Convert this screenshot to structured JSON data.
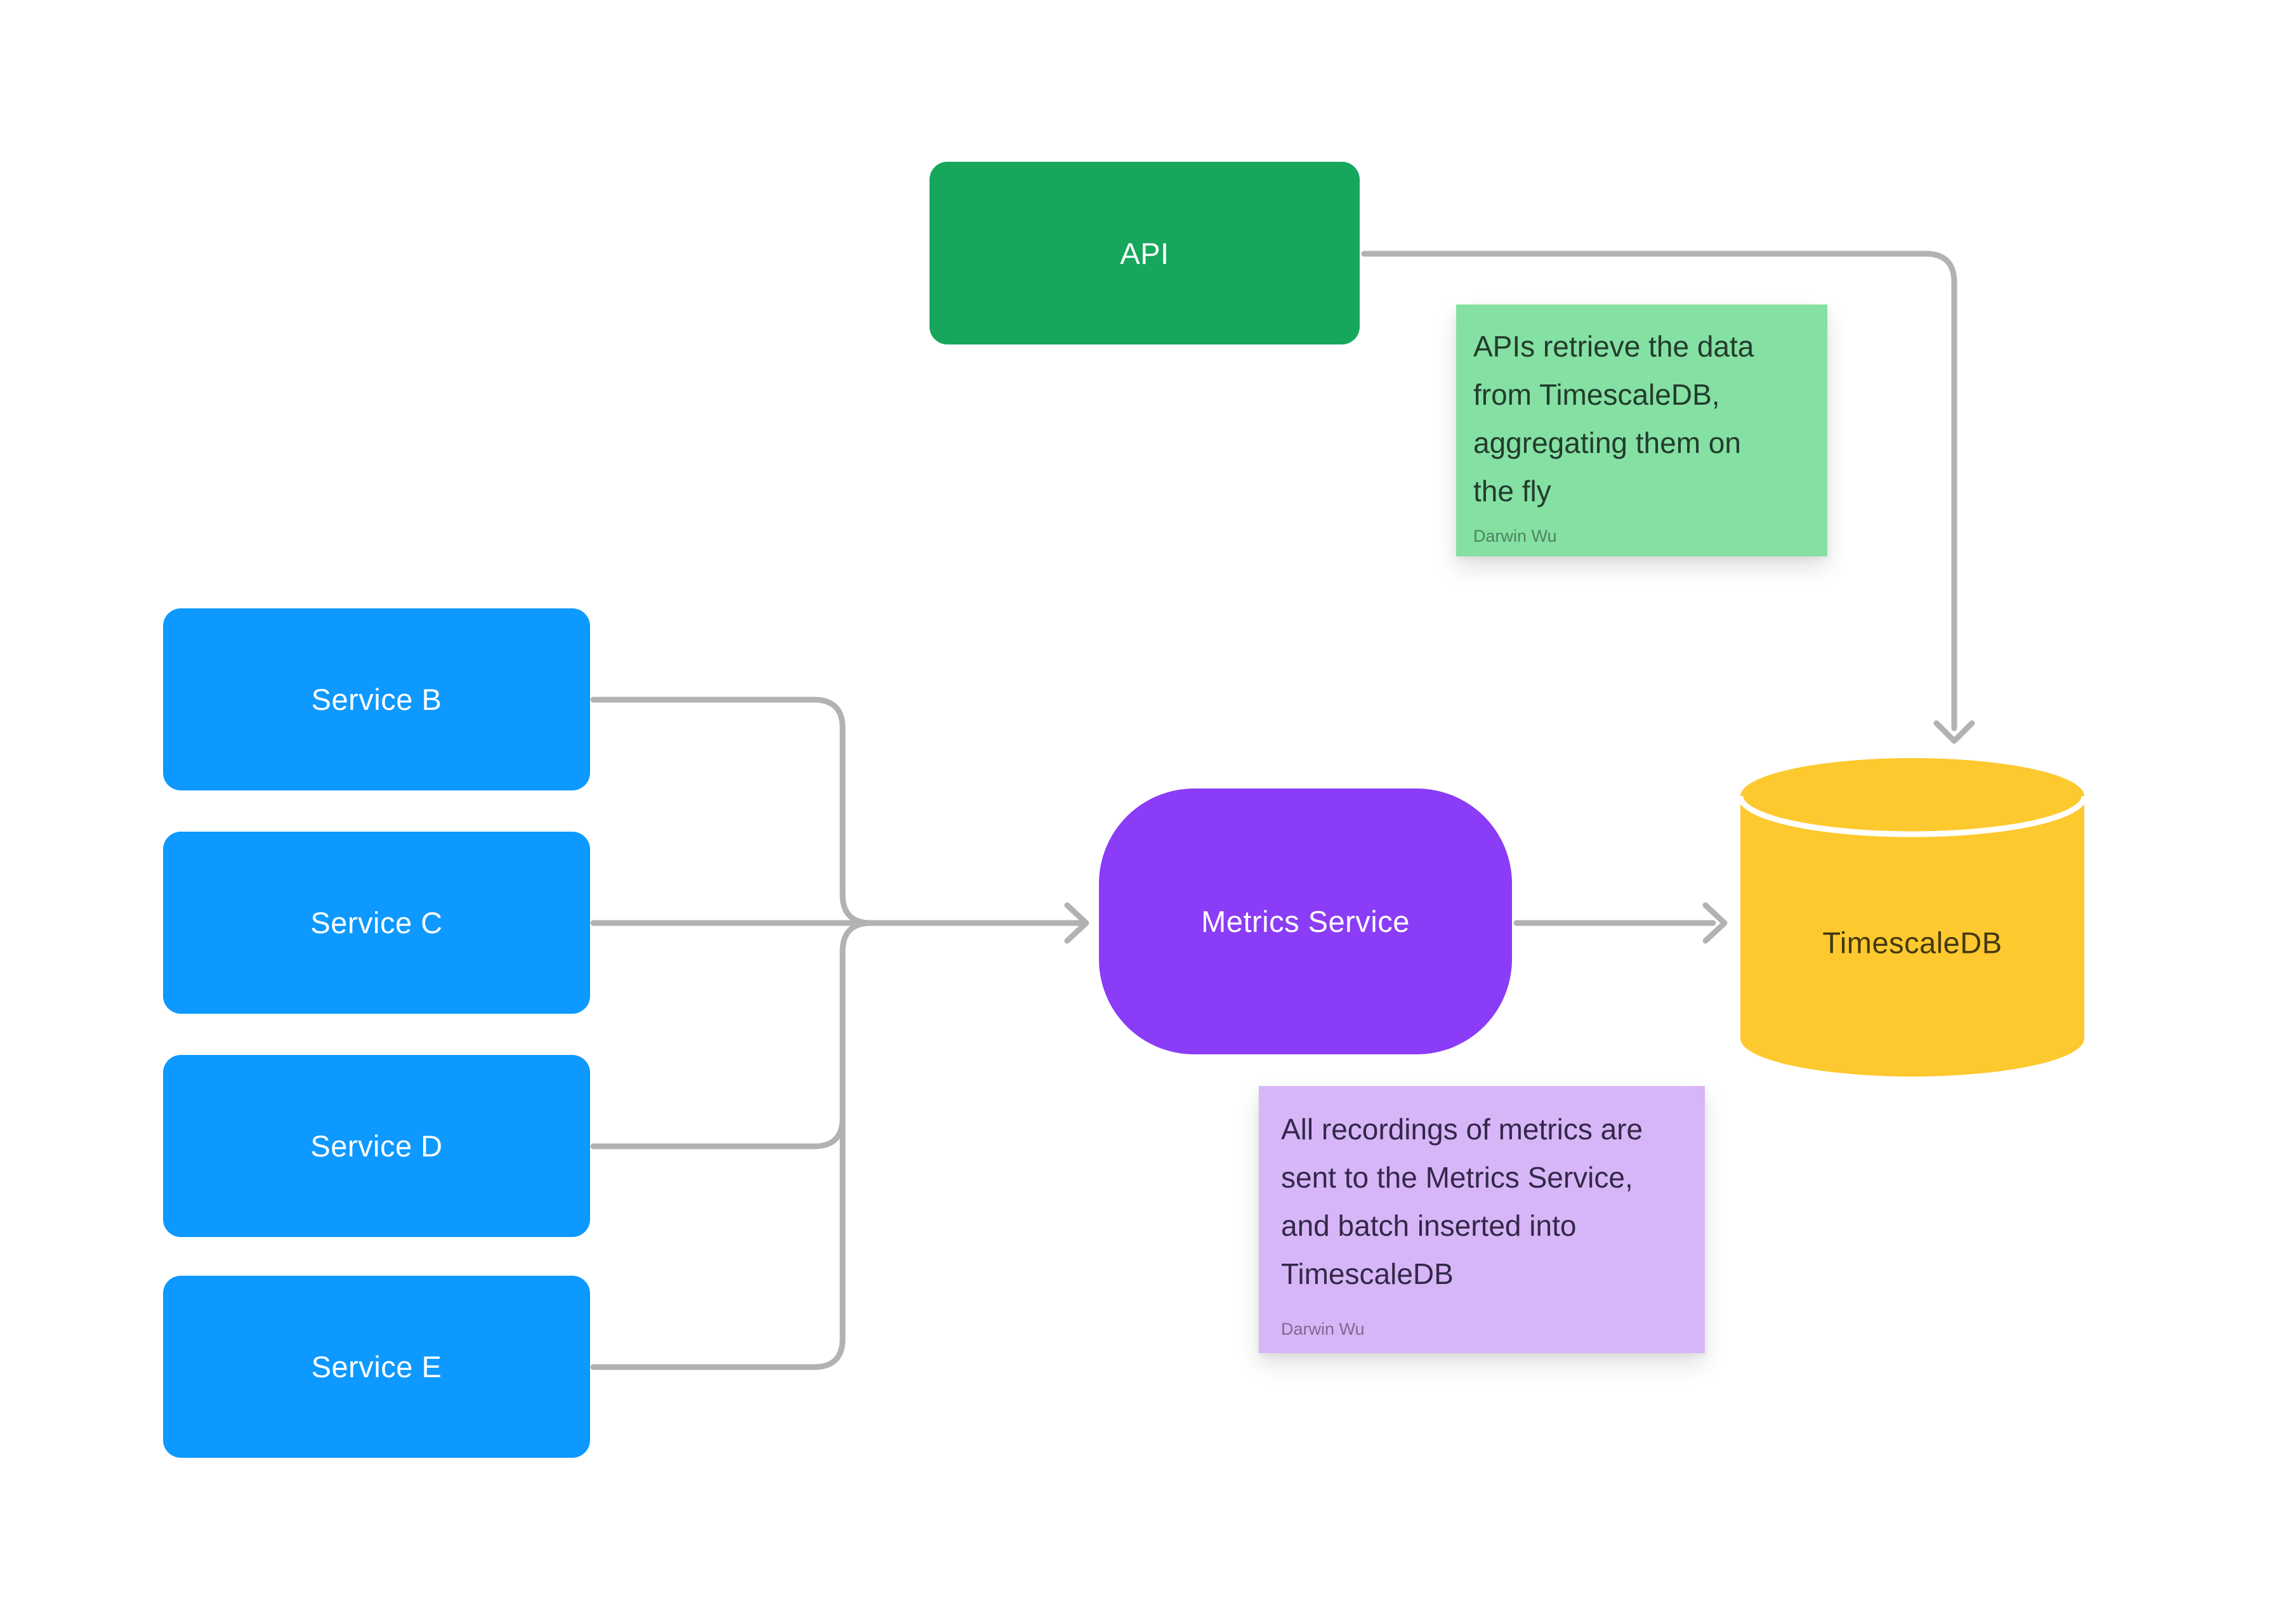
{
  "canvas": {
    "background": "#FFFFFF"
  },
  "connector": {
    "color": "#B2B2B2"
  },
  "api_box": {
    "label": "API",
    "fill": "#16A75C",
    "text_color": "#FFFFFF"
  },
  "services": {
    "fill": "#0D99FF",
    "text_color": "#FFFFFF",
    "items": [
      {
        "label": "Service B"
      },
      {
        "label": "Service C"
      },
      {
        "label": "Service D"
      },
      {
        "label": "Service E"
      }
    ]
  },
  "metrics_box": {
    "label": "Metrics Service",
    "fill": "#8A3CF6",
    "text_color": "#FFFFFF"
  },
  "database": {
    "label": "TimescaleDB",
    "fill": "#FDC92F",
    "cap_line_color": "#FFFFFF",
    "text_color": "#44390F"
  },
  "api_note": {
    "text": "APIs retrieve the data\nfrom TimescaleDB,\naggregating them on\nthe fly",
    "author": "Darwin Wu",
    "fill": "#85E0A3"
  },
  "metrics_note": {
    "text": "All recordings of metrics are\nsent to the Metrics Service,\nand batch inserted into\nTimescaleDB",
    "author": "Darwin Wu",
    "fill": "#D7B6F7"
  }
}
